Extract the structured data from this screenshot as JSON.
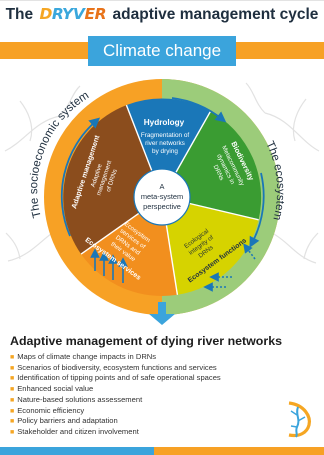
{
  "title": {
    "prefix": "The",
    "brand_d": "D",
    "brand_ryv": "RYV",
    "brand_er": "ER",
    "suffix": "adaptive management cycle"
  },
  "climate_banner": "Climate change",
  "center_text": [
    "A",
    "meta-system",
    "perspective"
  ],
  "ring_labels": {
    "left": "The socioeconomic system",
    "right": "The ecosystem"
  },
  "segments": {
    "hydrology": {
      "title": "Hydrology",
      "body": [
        "Fragmentation of",
        "river networks",
        "by drying"
      ]
    },
    "biodiversity": {
      "title": "Biodiversity",
      "body": [
        "Metacommunity",
        "dynamics in",
        "DRNs"
      ]
    },
    "ecosystem_functions": {
      "title": "Ecosystem functions",
      "body": [
        "Ecological",
        "integrity of",
        "DRNs"
      ]
    },
    "ecosystem_services": {
      "title": "Ecosystem services",
      "body": [
        "Ecosystem",
        "services of",
        "DRNs and",
        "their value"
      ]
    },
    "adaptive_management": {
      "title": "Adaptive management",
      "body": [
        "Adaptive",
        "management",
        "of DRNs"
      ]
    }
  },
  "heading": "Adaptive management of dying river networks",
  "outcomes": [
    "Maps of climate change impacts in DRNs",
    "Scenarios of biodiversity, ecosystem functions and services",
    "Identification of tipping points and of safe operational spaces",
    "Enhanced social value",
    "Nature-based solutions assessement",
    "Economic efficiency",
    "Policy barriers and adaptation",
    "Stakeholder and citizen involvement"
  ],
  "colors": {
    "orange": "#f7a125",
    "blue": "#3ba4dc",
    "hydrology": "#1a77b8",
    "biodiversity": "#3a9c32",
    "ecosystem_functions": "#d6d300",
    "ecosystem_services": "#f28f1e",
    "adaptive_management": "#8b4d1d",
    "green_ring": "#9ccc7a"
  }
}
